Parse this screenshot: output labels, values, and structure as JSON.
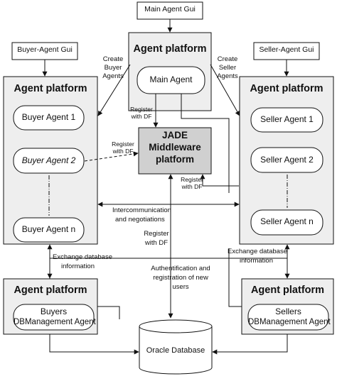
{
  "guis": {
    "main": "Main Agent Gui",
    "buyer": "Buyer-Agent Gui",
    "seller": "Seller-Agent Gui"
  },
  "platform_title": "Agent platform",
  "main_platform": {
    "agent": "Main Agent"
  },
  "buyer_platform": {
    "agents": [
      "Buyer Agent 1",
      "Buyer Agent 2",
      "Buyer Agent n"
    ]
  },
  "seller_platform": {
    "agents": [
      "Seller Agent 1",
      "Seller Agent 2",
      "Seller Agent n"
    ]
  },
  "jade": {
    "line1": "JADE",
    "line2": "Middleware",
    "line3": "platform"
  },
  "labels": {
    "create_buyer": [
      "Create",
      "Buyer",
      "Agents"
    ],
    "create_seller": [
      "Create",
      "Seller",
      "Agents"
    ],
    "register_df_main": [
      "Register",
      "with DF"
    ],
    "register_df_buyer": [
      "Register",
      "with DF"
    ],
    "register_df_seller": [
      "Register",
      "with DF"
    ],
    "register_df_bottom": [
      "Register",
      "with DF"
    ],
    "intercom": [
      "Intercommunication",
      "and negotiations"
    ],
    "exchange_left": [
      "Exchange database",
      "information"
    ],
    "exchange_right": [
      "Exchange database",
      "information"
    ],
    "auth": [
      "Authentification and",
      "registration of new",
      "users"
    ]
  },
  "buyers_db": {
    "line1": "Buyers",
    "line2": "DBManagement Agent"
  },
  "sellers_db": {
    "line1": "Sellers",
    "line2": "DBManagement Agent"
  },
  "database": "Oracle Database",
  "colors": {
    "platform_fill": "#eeeeee",
    "jade_fill": "#d0d0d0",
    "line": "#111111"
  }
}
